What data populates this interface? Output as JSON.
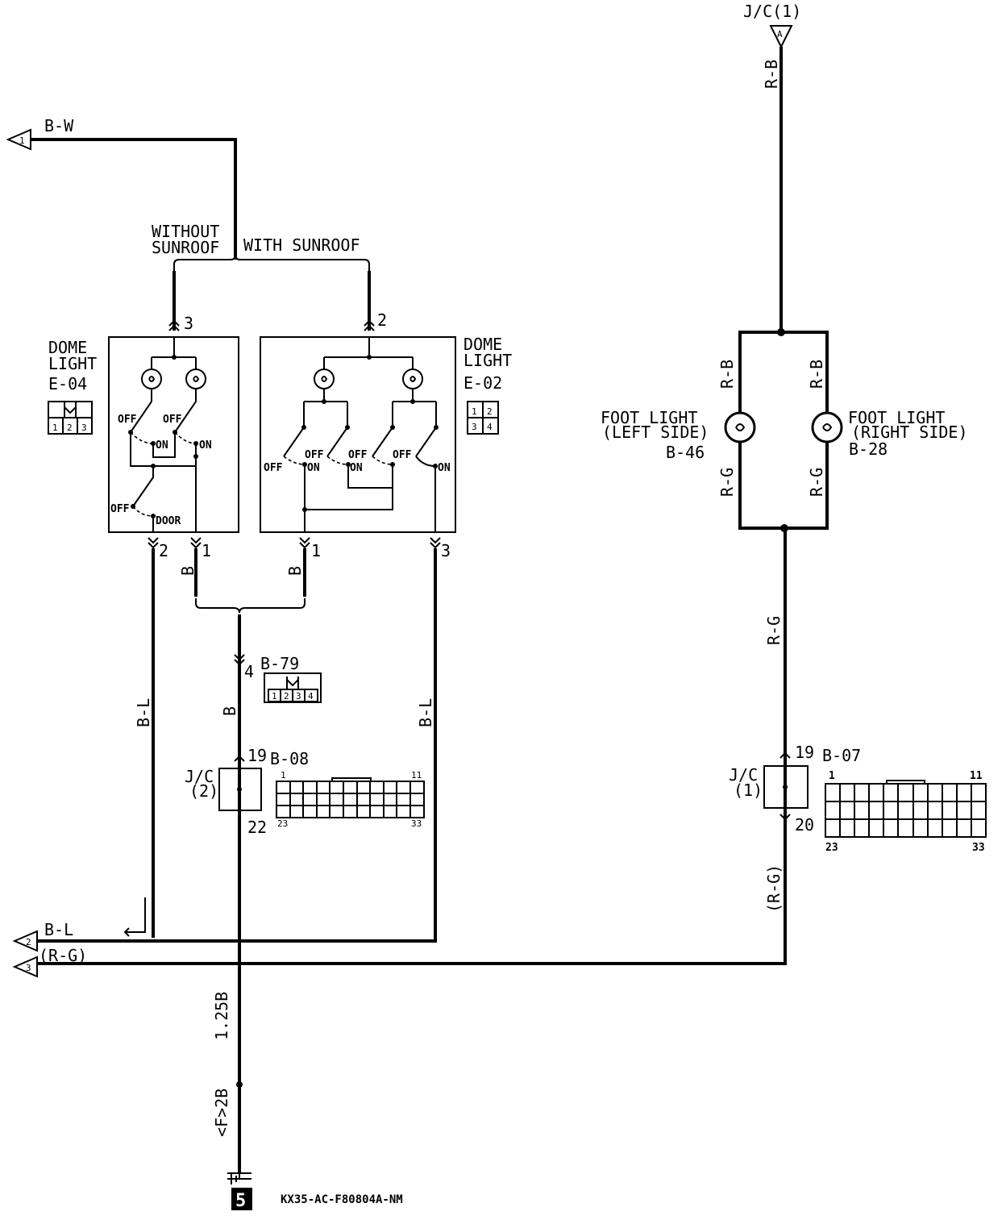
{
  "connectors_left": {
    "c1": {
      "num": "1",
      "wire": "B-W"
    },
    "c2": {
      "num": "2",
      "wire": "B-L"
    },
    "c3": {
      "num": "3",
      "wire": "(R-G)"
    }
  },
  "jc1_top": {
    "label": "J/C(1)",
    "letter": "A",
    "wire": "R-B"
  },
  "branch": {
    "without": "WITHOUT",
    "sunroof": "SUNROOF",
    "with": "WITH SUNROOF"
  },
  "dome_e04": {
    "name1": "DOME",
    "name2": "LIGHT",
    "code": "E-04",
    "pin_top": "3",
    "pin_b1": "2",
    "pin_b2": "1",
    "off1": "OFF",
    "off2": "OFF",
    "on1": "ON",
    "on2": "ON",
    "off3": "OFF",
    "door": "DOOR",
    "conn": [
      "1",
      "2",
      "3"
    ]
  },
  "dome_e02": {
    "name1": "DOME",
    "name2": "LIGHT",
    "code": "E-02",
    "pin_top": "2",
    "pin_b1": "1",
    "pin_b2": "3",
    "off1": "OFF",
    "off2": "OFF",
    "off3": "OFF",
    "off4": "OFF",
    "on1": "ON",
    "on2": "ON",
    "on3": "ON",
    "conn": [
      "1",
      "2",
      "3",
      "4"
    ]
  },
  "wires": {
    "b1": "B",
    "b2": "B",
    "bl_left": "B-L",
    "b_mid": "B",
    "bl_right": "B-L",
    "rb_l": "R-B",
    "rb_r": "R-B",
    "rg_l": "R-G",
    "rg_r": "R-G",
    "rg_mid": "R-G",
    "rg_low": "(R-G)",
    "gnd1": "1.25B",
    "gnd2": "<F>2B"
  },
  "b79": {
    "code": "B-79",
    "pin": "4",
    "conn": [
      "1",
      "2",
      "3",
      "4"
    ]
  },
  "jc2": {
    "label1": "J/C",
    "label2": "(2)",
    "code": "B-08",
    "pin_top": "19",
    "pin_bot": "22",
    "n1": "1",
    "n11": "11",
    "n23": "23",
    "n33": "33"
  },
  "jc1": {
    "label1": "J/C",
    "label2": "(1)",
    "code": "B-07",
    "pin_top": "19",
    "pin_bot": "20",
    "n1": "1",
    "n11": "11",
    "n23": "23",
    "n33": "33"
  },
  "foot_left": {
    "l1": "FOOT LIGHT",
    "l2": "(LEFT SIDE)",
    "code": "B-46"
  },
  "foot_right": {
    "l1": "FOOT LIGHT",
    "l2": "(RIGHT SIDE)",
    "code": "B-28"
  },
  "ground": {
    "num": "5"
  },
  "footer": {
    "code": "KX35-AC-F80804A-NM"
  }
}
